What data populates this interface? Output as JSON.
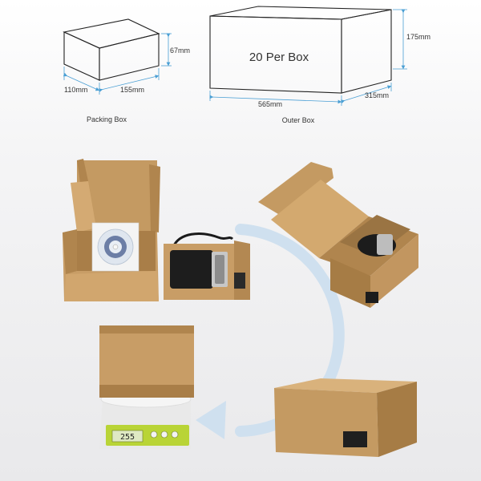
{
  "packing_box": {
    "depth_label": "110mm",
    "width_label": "155mm",
    "height_label": "67mm",
    "caption": "Packing Box"
  },
  "outer_box": {
    "face_text": "20 Per Box",
    "width_label": "565mm",
    "depth_label": "315mm",
    "height_label": "175mm",
    "caption": "Outer Box"
  },
  "scale": {
    "readout": "255",
    "logo_text": "",
    "button_labels": []
  },
  "colors": {
    "background_top": "#ffffff",
    "background_bottom": "#ececee",
    "box_line": "#222222",
    "dimension_line": "#4a9fd4",
    "kraft": "#c49a62",
    "kraft_dark": "#a67c45",
    "kraft_light": "#d9b27c",
    "arrow": "#cfe0ef",
    "scale_body": "#f2f2f2",
    "scale_panel": "#b9d436"
  }
}
